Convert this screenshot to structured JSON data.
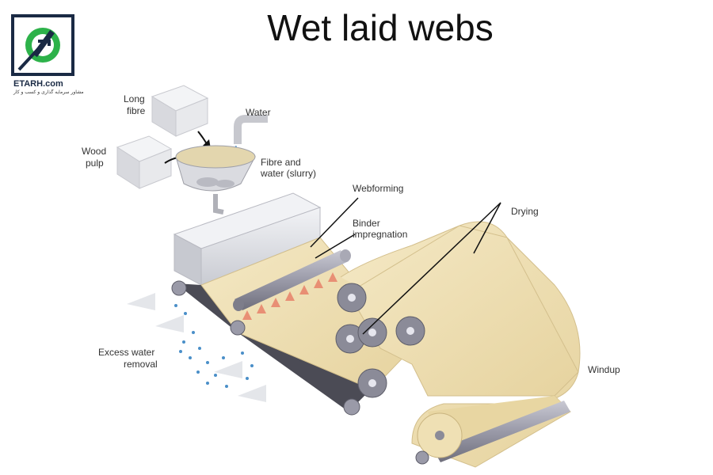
{
  "title": "Wet laid webs",
  "logo": {
    "brand": "ETARH.com",
    "tagline": "مشاور سرمایه گذاری و کسب و کار"
  },
  "labels": {
    "long_fibre": [
      "Long",
      "fibre"
    ],
    "water": "Water",
    "wood_pulp": [
      "Wood",
      "pulp"
    ],
    "slurry": [
      "Fibre and",
      "water (slurry)"
    ],
    "webforming": "Webforming",
    "binder": [
      "Binder",
      "impregnation"
    ],
    "drying": "Drying",
    "excess_water": [
      "Excess water",
      "removal"
    ],
    "windup": "Windup"
  },
  "colors": {
    "web": "#f0e2b6",
    "web_shade": "#d9c48f",
    "roller": "#8b8b98",
    "box": "#e3e4e8",
    "water_drop": "#4a8fc8",
    "logo_green": "#2db24a",
    "logo_navy": "#1a2a44"
  }
}
